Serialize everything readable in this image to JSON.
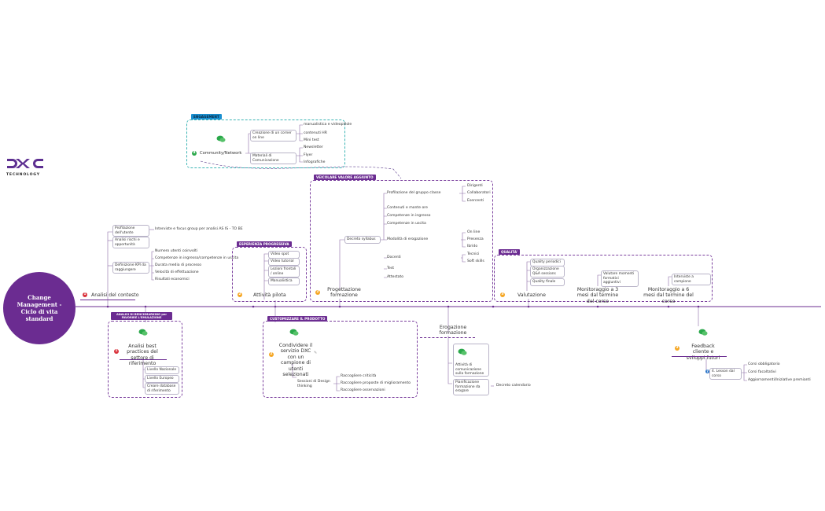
{
  "logo": {
    "mark": "DXC",
    "sub": "TECHNOLOGY"
  },
  "central": {
    "title": "Change Management - Ciclo di vita standard"
  },
  "colors": {
    "purple": "#6b2c91",
    "teal": "#3bb4b4",
    "red": "#d9323c",
    "orange": "#f5a623",
    "blue": "#2d77c9",
    "green": "#2aa84a",
    "line": "#8a6aa6"
  },
  "engagement": {
    "tag": "ENGAGEMENT",
    "num": "4",
    "label": "Community/Network",
    "branches": [
      {
        "label": "Creazione di un corner on line",
        "leaves": [
          "manualistica e videopillole",
          "contenuti HR",
          "Mini test"
        ]
      },
      {
        "label": "Materiali di Comunicazione",
        "leaves": [
          "Newsletter",
          "Flyer",
          "Infografiche"
        ]
      }
    ]
  },
  "analisi_contesto": {
    "num": "1",
    "label": "Analisi del contesto",
    "items": [
      {
        "label": "Profilazione dell'utente",
        "leaf": "Interviste e focus group per analisi AS IS - TO BE"
      },
      {
        "label": "Analisi rischi e opportunità",
        "leaf": ""
      },
      {
        "label": "Definizione KPI da raggiungere",
        "leaves": [
          "Numero utenti coinvolti",
          "Competenze in ingresso/competenze in uscita",
          "Durata media di processo",
          "Velocità di effettuazione",
          "Risultati economici"
        ]
      }
    ]
  },
  "attivita_pilota": {
    "tag": "ESPERIENZA PROGRESSIVA",
    "num": "2",
    "label": "Attività pilota",
    "items": [
      "Video spot",
      "Video tutorial",
      "Lezioni frontali / online",
      "Manualistica"
    ]
  },
  "progettazione": {
    "tag": "VEICOLARE VALORE AGGIUNTO",
    "num": "2",
    "label": "Progettazione formazione",
    "syllabus": "Decreto syllabus",
    "profilazione": "Profilazione del gruppo classe",
    "profilazione_leaves": [
      "Dirigenti",
      "Collaboratori",
      "Esercenti"
    ],
    "middle": [
      "Contenuti e monte ore",
      "Competenze in ingresso",
      "Competenze in uscita",
      "Modalità di erogazione",
      "Docenti",
      "Test",
      "Attestato"
    ],
    "modalita_leaves": [
      "On line",
      "Presenza",
      "Ibrido"
    ],
    "docenti_leaves": [
      "Tecnici",
      "Soft skills"
    ]
  },
  "valutazione": {
    "tag": "QUALITA'",
    "num": "3",
    "label": "Valutazione",
    "items": [
      "Quality periodici",
      "Organizzazione Q&A sessions",
      "Quality finale"
    ],
    "mon3": "Monitoraggio a 3 mesi dal termine del corso",
    "mon3_leaf": "Valutare momenti formativi aggiuntivi",
    "mon6": "Monitoraggio a 6 mesi dal termine del corso",
    "mon6_leaf": "Interviste a campione"
  },
  "benchmarking": {
    "tag": "ANALISI DI BENCHMARKING per FAVORIRE L'EMULAZIONE",
    "num": "1",
    "label": "Analisi best practices del settore di riferimento",
    "items": [
      "Livello Nazionale",
      "Livello Europeo",
      "Creare database di riferimento"
    ]
  },
  "customizzare": {
    "tag": "CUSTOMIZZARE IL PRODOTTO",
    "num": "2",
    "label": "Condividere il servizio DXC con un campione di utenti selezionati",
    "sub": "Sessioni di Design thinking",
    "leaves": [
      "Raccogliere criticità",
      "Raccogliere proposte di miglioramento",
      "Raccogliere osservazioni"
    ]
  },
  "erogazione": {
    "label": "Erogazione formazione",
    "items": [
      "Attività di comunicazione sulla formazione",
      "Pianificazione formazione da erogare"
    ],
    "leaf": "Decreto calendario"
  },
  "feedback": {
    "num": "3",
    "label": "Feedback cliente e sviluppi futuri",
    "sub": "4. Lesson dal corso",
    "leaves": [
      "Corsi obbligatorio",
      "Corsi facoltativi",
      "Aggiornamenti/Iniziative premianti"
    ]
  }
}
